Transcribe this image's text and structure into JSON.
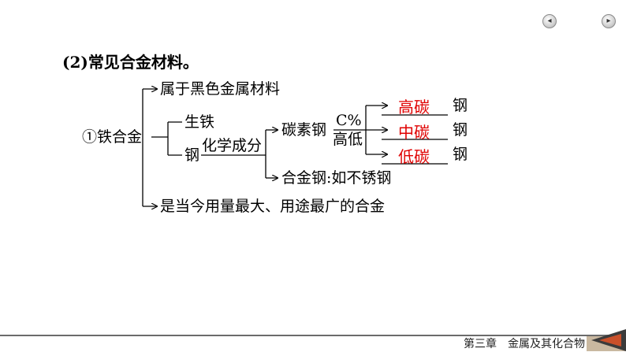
{
  "nav": {
    "prev_icon": "◂",
    "next_icon": "▸"
  },
  "heading": "(2)常见合金材料。",
  "diagram": {
    "root": "①铁合金",
    "branch_top": "属于黑色金属材料",
    "branch_bottom": "是当今用量最大、用途最广的合金",
    "sub_pig_iron": "生铁",
    "sub_steel": "钢",
    "classify_label": "化学成分",
    "carbon_steel": "碳素钢",
    "alloy_steel": "合金钢:如不锈钢",
    "carbon_label_top": "C%",
    "carbon_label_bottom": "高低",
    "answers": [
      "高碳",
      "中碳",
      "低碳"
    ],
    "steel_suffix": "钢",
    "answer_color": "#e00000"
  },
  "footer": {
    "chapter": "第三章　金属及其化合物"
  }
}
